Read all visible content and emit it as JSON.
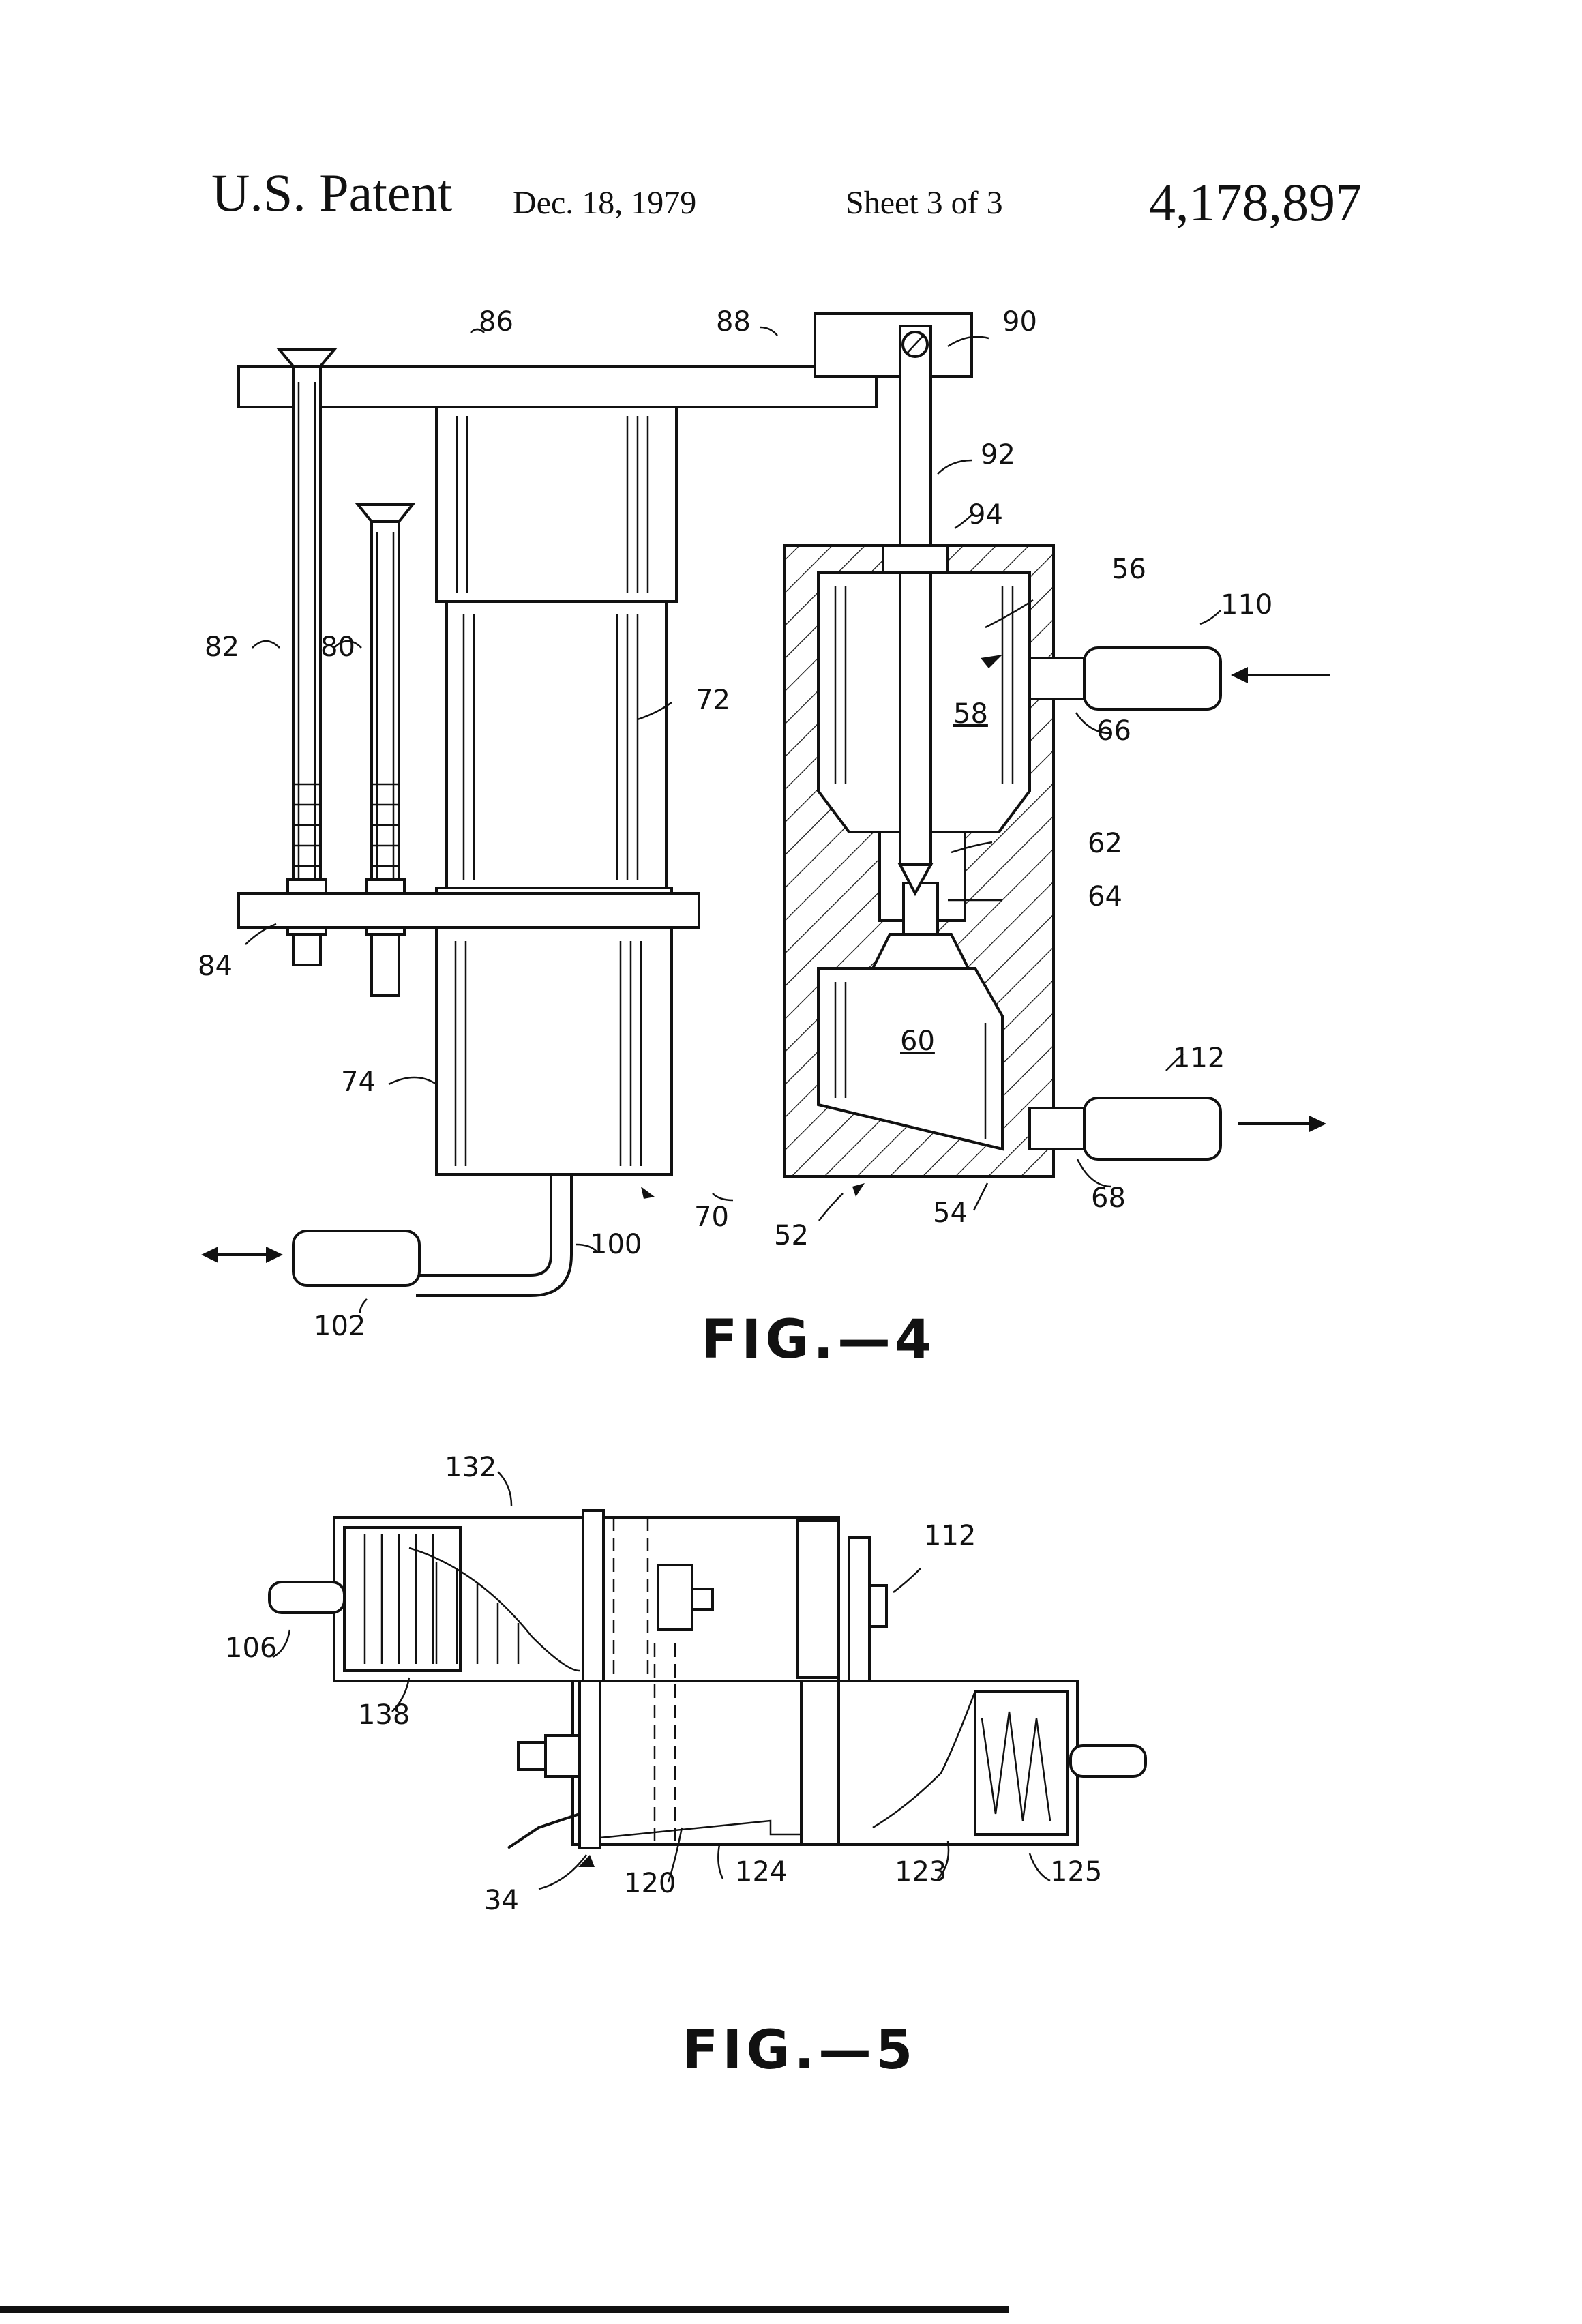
{
  "header": {
    "patent_label": "U.S. Patent",
    "date": "Dec. 18, 1979",
    "sheet": "Sheet 3 of 3",
    "patent_number": "4,178,897"
  },
  "figures": [
    {
      "caption": "FIG.—4",
      "refs": [
        "86",
        "88",
        "90",
        "92",
        "94",
        "56",
        "110",
        "58",
        "66",
        "82",
        "80",
        "72",
        "62",
        "64",
        "84",
        "60",
        "112",
        "74",
        "70",
        "100",
        "52",
        "54",
        "68",
        "102"
      ]
    },
    {
      "caption": "FIG.—5",
      "refs": [
        "132",
        "112",
        "106",
        "138",
        "34",
        "120",
        "124",
        "123",
        "125"
      ]
    }
  ]
}
